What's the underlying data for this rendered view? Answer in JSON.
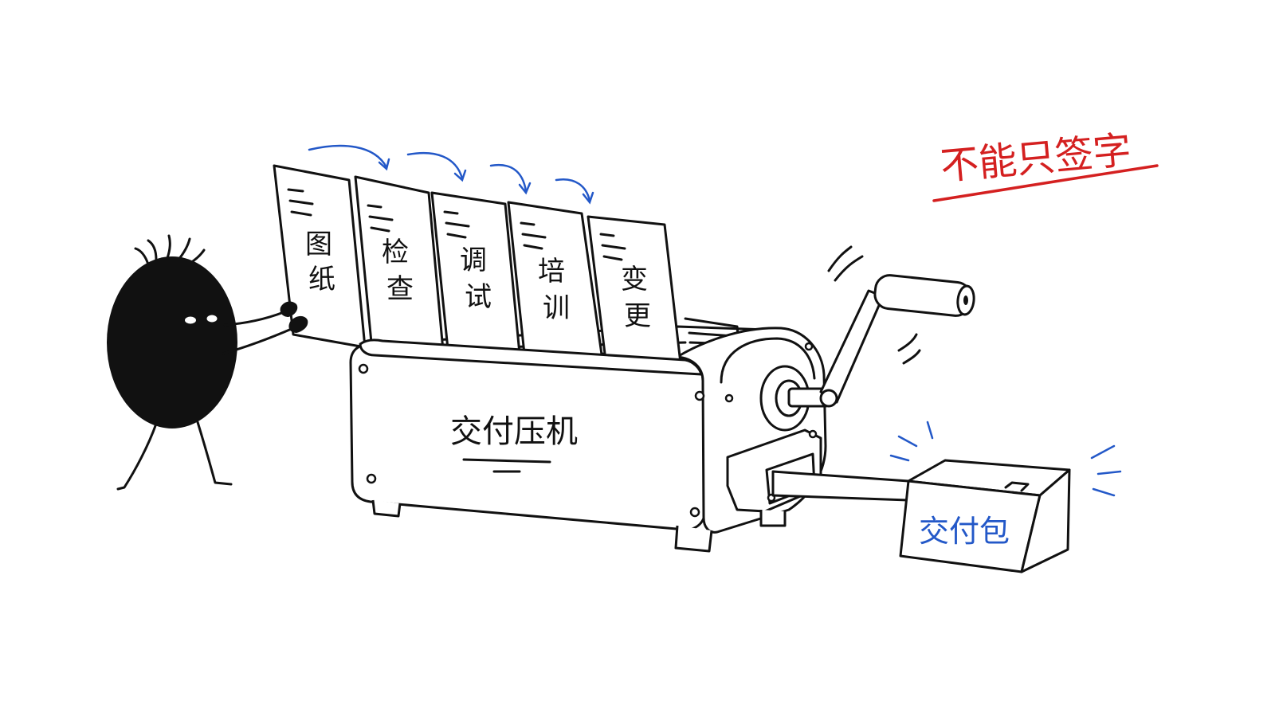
{
  "documents": [
    {
      "label_top": "图",
      "label_bottom": "纸"
    },
    {
      "label_top": "检",
      "label_bottom": "查"
    },
    {
      "label_top": "调",
      "label_bottom": "试"
    },
    {
      "label_top": "培",
      "label_bottom": "训"
    },
    {
      "label_top": "变",
      "label_bottom": "更"
    }
  ],
  "machine": {
    "label": "交付压机"
  },
  "package": {
    "label": "交付包"
  },
  "slogan": {
    "text": "不能只签字"
  },
  "colors": {
    "ink": "#111111",
    "accent_red": "#d42020",
    "accent_blue": "#2358c8",
    "paper": "#ffffff"
  }
}
